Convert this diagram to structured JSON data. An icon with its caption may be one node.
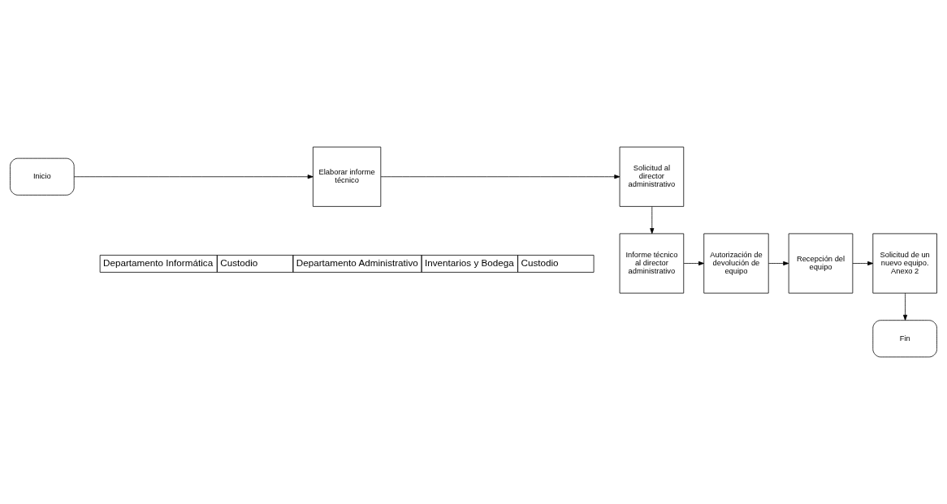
{
  "diagram": {
    "nodes": [
      {
        "text": [
          "Inicio"
        ]
      },
      {
        "text": [
          "Elaborar informe técnico"
        ]
      },
      {
        "text": [
          "Solicitud al director administrativo"
        ]
      },
      {
        "text": [
          "Informe técnico al director administrativo"
        ]
      },
      {
        "text": [
          "Autorización de devolución de equipo"
        ]
      },
      {
        "text": [
          "Recepción del equipo"
        ]
      },
      {
        "text": [
          "Solicitud de un nuevo equipo. Anexo 2"
        ]
      },
      {
        "text": [
          "Fin"
        ]
      }
    ],
    "edges": [
      {
        "from": 0,
        "to": 1,
        "arrow": "to"
      },
      {
        "from": 1,
        "to": 2,
        "arrow": "to"
      },
      {
        "from": 2,
        "to": 3,
        "arrow": "to"
      },
      {
        "from": 3,
        "to": 4,
        "arrow": "to"
      },
      {
        "from": 4,
        "to": 5,
        "arrow": "to"
      },
      {
        "from": 5,
        "to": 6,
        "arrow": "to"
      },
      {
        "from": 6,
        "to": 7,
        "arrow": "to"
      }
    ],
    "labels": [
      "Departamento Informática",
      "Custodio",
      "Departamento Administrativo",
      "Inventarios y Bodega",
      "Custodio"
    ]
  }
}
